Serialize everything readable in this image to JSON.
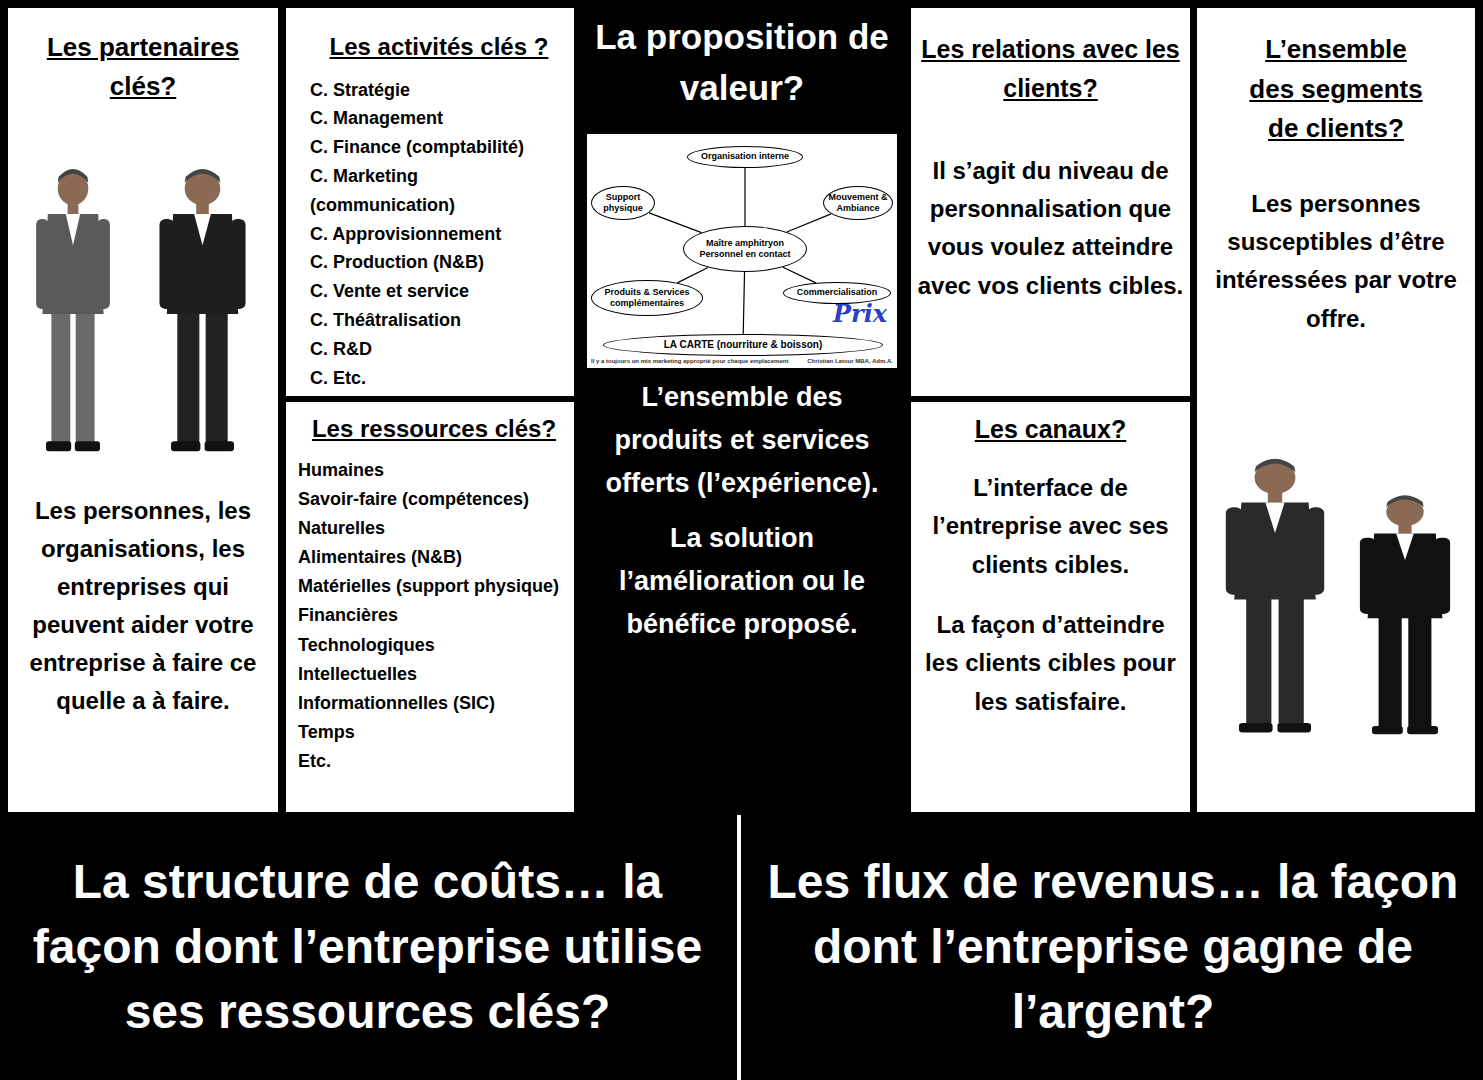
{
  "diagram": {
    "nodes": [
      {
        "text": [
          "Les partenaires clés?",
          "Les personnes, les organisations, les entreprises qui peuvent aider votre entreprise à faire ce quelle a à faire."
        ]
      },
      {
        "text": [
          "Les activités clés ?",
          "C. Stratégie",
          "C. Management",
          "C. Finance (comptabilité)",
          "C. Marketing (communication)",
          "C. Approvisionnement",
          "C. Production (N&B)",
          "C. Vente et service",
          "C. Théâtralisation",
          "C. R&D",
          "C. Etc."
        ]
      },
      {
        "text": [
          "Les ressources clés?",
          "Humaines",
          "Savoir-faire (compétences)",
          "Naturelles",
          "Alimentaires (N&B)",
          "Matérielles (support physique)",
          "Financières",
          "Technologiques",
          "Intellectuelles",
          "Informationnelles (SIC)",
          "Temps",
          "Etc."
        ]
      },
      {
        "text": [
          "La proposition de valeur?",
          "L’ensemble des produits et services offerts (l’expérience).",
          "La solution l’amélioration ou le bénéfice proposé."
        ]
      },
      {
        "text": [
          "Organisation interne"
        ],
        "in": 3
      },
      {
        "text": [
          "Support physique"
        ],
        "in": 3
      },
      {
        "text": [
          "Mouvement & Ambiance"
        ],
        "in": 3
      },
      {
        "text": [
          "Maître amphitryon",
          "Personnel en contact"
        ],
        "in": 3
      },
      {
        "text": [
          "Produits & Services complémentaires"
        ],
        "in": 3
      },
      {
        "text": [
          "Commercialisation"
        ],
        "in": 3
      },
      {
        "text": [
          "LA CARTE (nourriture & boisson)"
        ],
        "in": 3
      },
      {
        "text": [
          "Les relations avec les clients?",
          "Il s’agit du niveau de personnalisation que vous voulez atteindre avec vos clients cibles."
        ]
      },
      {
        "text": [
          "Les canaux?",
          "L’interface de l’entreprise avec ses clients cibles.",
          "La façon d’atteindre les clients cibles pour les satisfaire."
        ]
      },
      {
        "text": [
          "L’ensemble des segments de clients?",
          "Les personnes susceptibles d’être intéressées par votre offre."
        ]
      },
      {
        "text": [
          "La structure de coûts… la façon dont l’entreprise utilise ses ressources clés?"
        ]
      },
      {
        "text": [
          "Les flux de revenus… la façon dont l’entreprise gagne de l’argent?"
        ]
      }
    ],
    "edges": [
      {
        "from": 7,
        "to": 4,
        "arrow": "none"
      },
      {
        "from": 7,
        "to": 5,
        "arrow": "none"
      },
      {
        "from": 7,
        "to": 6,
        "arrow": "none"
      },
      {
        "from": 7,
        "to": 8,
        "arrow": "none"
      },
      {
        "from": 7,
        "to": 9,
        "arrow": "none"
      },
      {
        "from": 7,
        "to": 10,
        "arrow": "none"
      }
    ],
    "labels": [
      "Prix",
      "Il y a toujours un mix marketing approprié pour chaque emplacement",
      "Christian Latour MBA, Adm.A."
    ]
  }
}
